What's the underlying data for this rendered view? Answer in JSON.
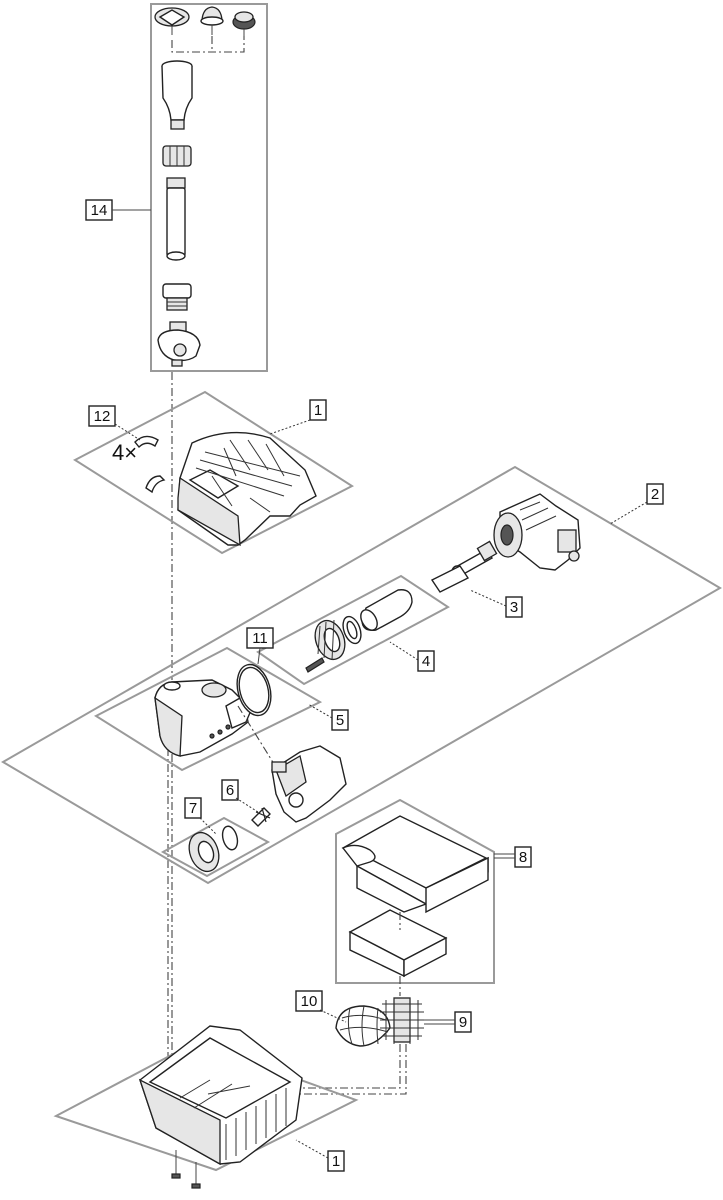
{
  "callouts": {
    "c14": "14",
    "c12": "12",
    "c1_top": "1",
    "qty_4x": "4×",
    "c2": "2",
    "c3": "3",
    "c11": "11",
    "c4": "4",
    "c5": "5",
    "c6": "6",
    "c7": "7",
    "c8": "8",
    "c10": "10",
    "c9": "9",
    "c1_bottom": "1"
  }
}
